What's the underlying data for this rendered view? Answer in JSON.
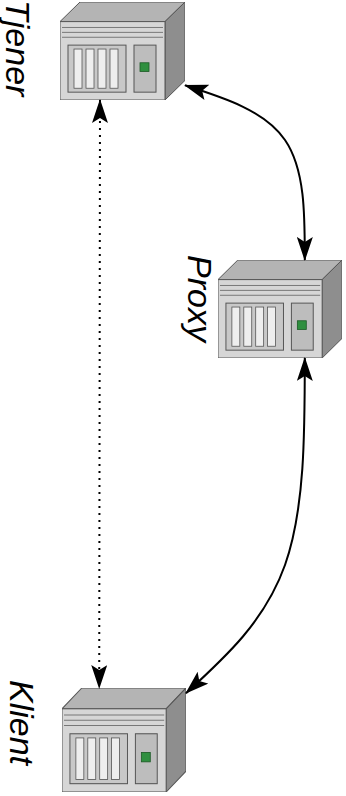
{
  "diagram": {
    "nodes": [
      {
        "text": [
          "Tjener"
        ]
      },
      {
        "text": [
          "Proxy"
        ]
      },
      {
        "text": [
          "Klient"
        ]
      }
    ],
    "edges": [
      {
        "from": 0,
        "to": 1,
        "arrow": "both"
      },
      {
        "from": 1,
        "to": 2,
        "arrow": "both"
      },
      {
        "from": 0,
        "to": 2,
        "arrow": "both"
      }
    ]
  }
}
